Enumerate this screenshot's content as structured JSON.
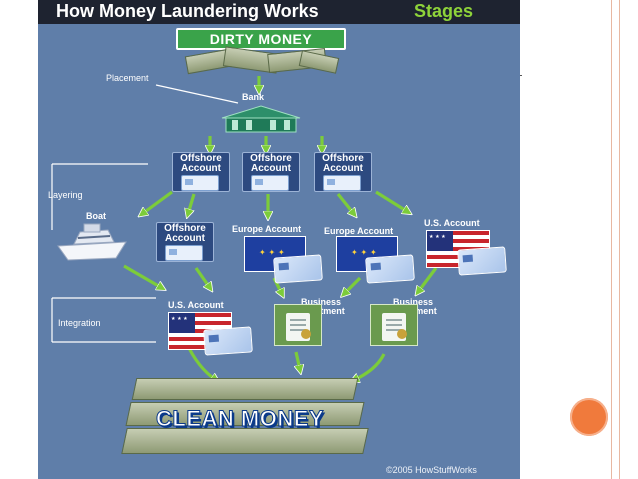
{
  "title": {
    "main": "How Money Laundering Works",
    "accent": "Stages"
  },
  "nodes": {
    "dirty_money": "DIRTY MONEY",
    "bank": "Bank",
    "offshore_top": [
      "Offshore Account",
      "Offshore Account",
      "Offshore Account"
    ],
    "boat": "Boat",
    "offshore_mid": "Offshore Account",
    "europe_1": "Europe Account",
    "europe_2": "Europe Account",
    "us_mid": "U.S. Account",
    "us_bottom": "U.S. Account",
    "business_1": "Business Investment",
    "business_2": "Business Investment",
    "clean_money": "CLEAN MONEY"
  },
  "stages": {
    "placement": "Placement",
    "layering": "Layering",
    "integration": "Integration"
  },
  "credit": "©2005 HowStuffWorks",
  "colors": {
    "background": "#5f7ea9",
    "arrow": "#7ccc3a",
    "banner": "#3aa34a",
    "title_accent": "#8ed33a",
    "decor_dot": "#f07a3c"
  }
}
